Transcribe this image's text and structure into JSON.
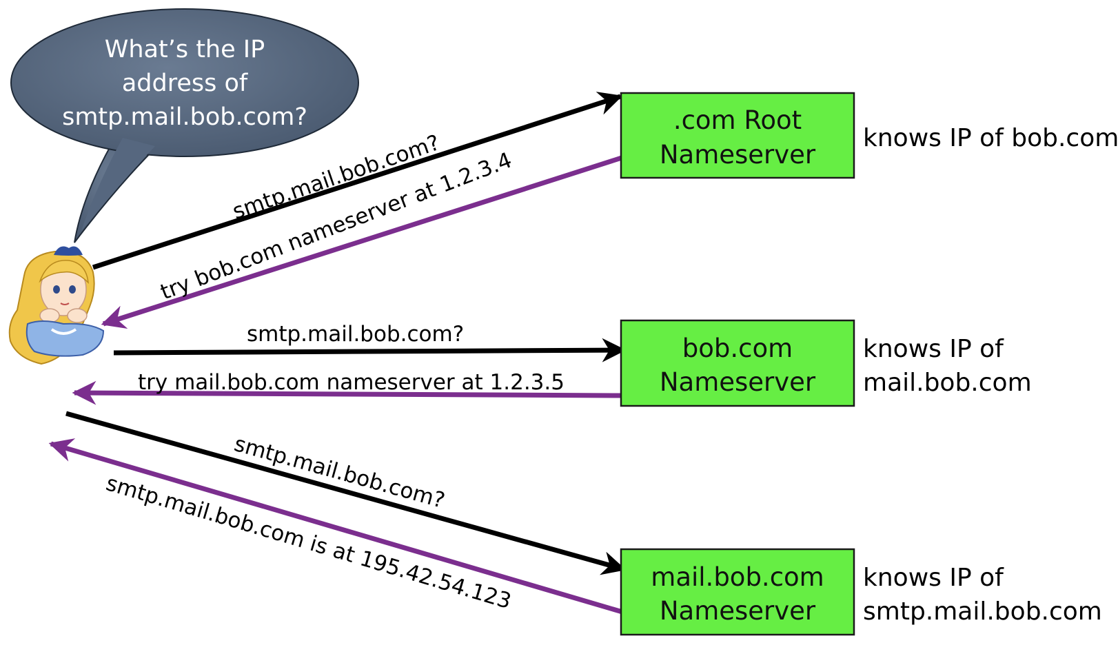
{
  "bubble": {
    "lines": [
      "What’s the IP",
      "address of",
      "smtp.mail.bob.com?"
    ]
  },
  "servers": [
    {
      "line1": ".com Root",
      "line2": "Nameserver",
      "note1": "knows IP of bob.com",
      "note2": ""
    },
    {
      "line1": "bob.com",
      "line2": "Nameserver",
      "note1": "knows IP of",
      "note2": "mail.bob.com"
    },
    {
      "line1": "mail.bob.com",
      "line2": "Nameserver",
      "note1": "knows IP of",
      "note2": "smtp.mail.bob.com"
    }
  ],
  "messages": [
    {
      "text": "smtp.mail.bob.com?",
      "kind": "query"
    },
    {
      "text": "try bob.com nameserver at 1.2.3.4",
      "kind": "response"
    },
    {
      "text": "smtp.mail.bob.com?",
      "kind": "query"
    },
    {
      "text": "try mail.bob.com nameserver at 1.2.3.5",
      "kind": "response"
    },
    {
      "text": "smtp.mail.bob.com?",
      "kind": "query"
    },
    {
      "text": "smtp.mail.bob.com is at 195.42.54.123",
      "kind": "response"
    }
  ],
  "colors": {
    "server_fill": "#66ee44",
    "query_arrow": "#000000",
    "response_arrow": "#7b2e8e",
    "bubble_fill": "#56677f"
  },
  "icons": {
    "client": "alice-avatar-icon"
  }
}
